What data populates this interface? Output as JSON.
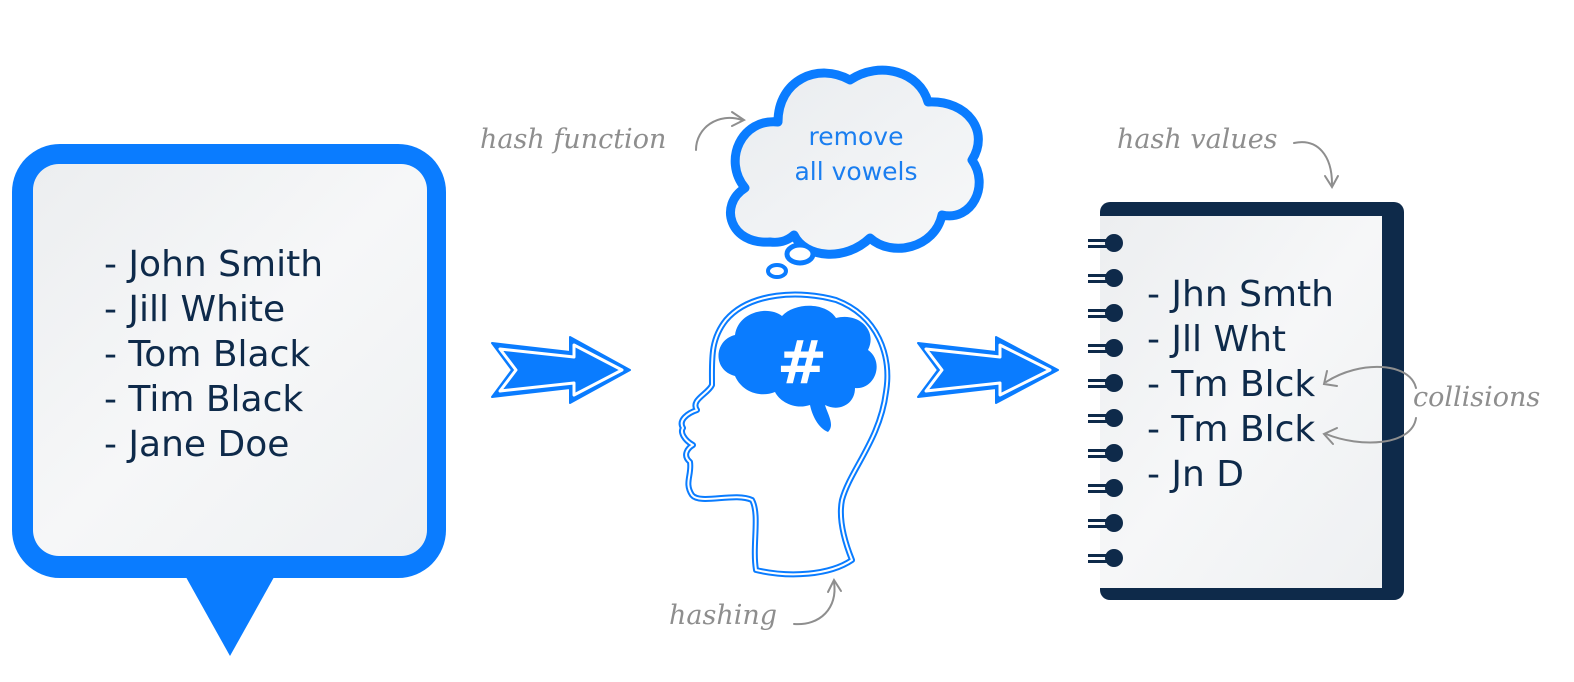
{
  "input_names": [
    "- John Smith",
    "- Jill White",
    "- Tom Black",
    "- Tim Black",
    "- Jane Doe"
  ],
  "hash_function": {
    "label": "hash function",
    "thought_line_1": "remove",
    "thought_line_2": "all vowels",
    "symbol": "#"
  },
  "hashing_label": "hashing",
  "hash_values_label": "hash values",
  "output_values": [
    "- Jhn Smth",
    "- Jll Wht",
    "- Tm Blck",
    "- Tm Blck",
    "- Jn D"
  ],
  "collisions_label": "collisions",
  "colors": {
    "accent_blue": "#0a7cff",
    "navy": "#0e2a4a",
    "note_gray": "#8e8e8e",
    "card_bg": "#f1f3f5"
  },
  "icons": [
    "speech-bubble-icon",
    "arrow-right-icon",
    "head-icon",
    "brain-icon",
    "thought-cloud-icon",
    "notebook-icon",
    "curved-arrow-icon"
  ]
}
